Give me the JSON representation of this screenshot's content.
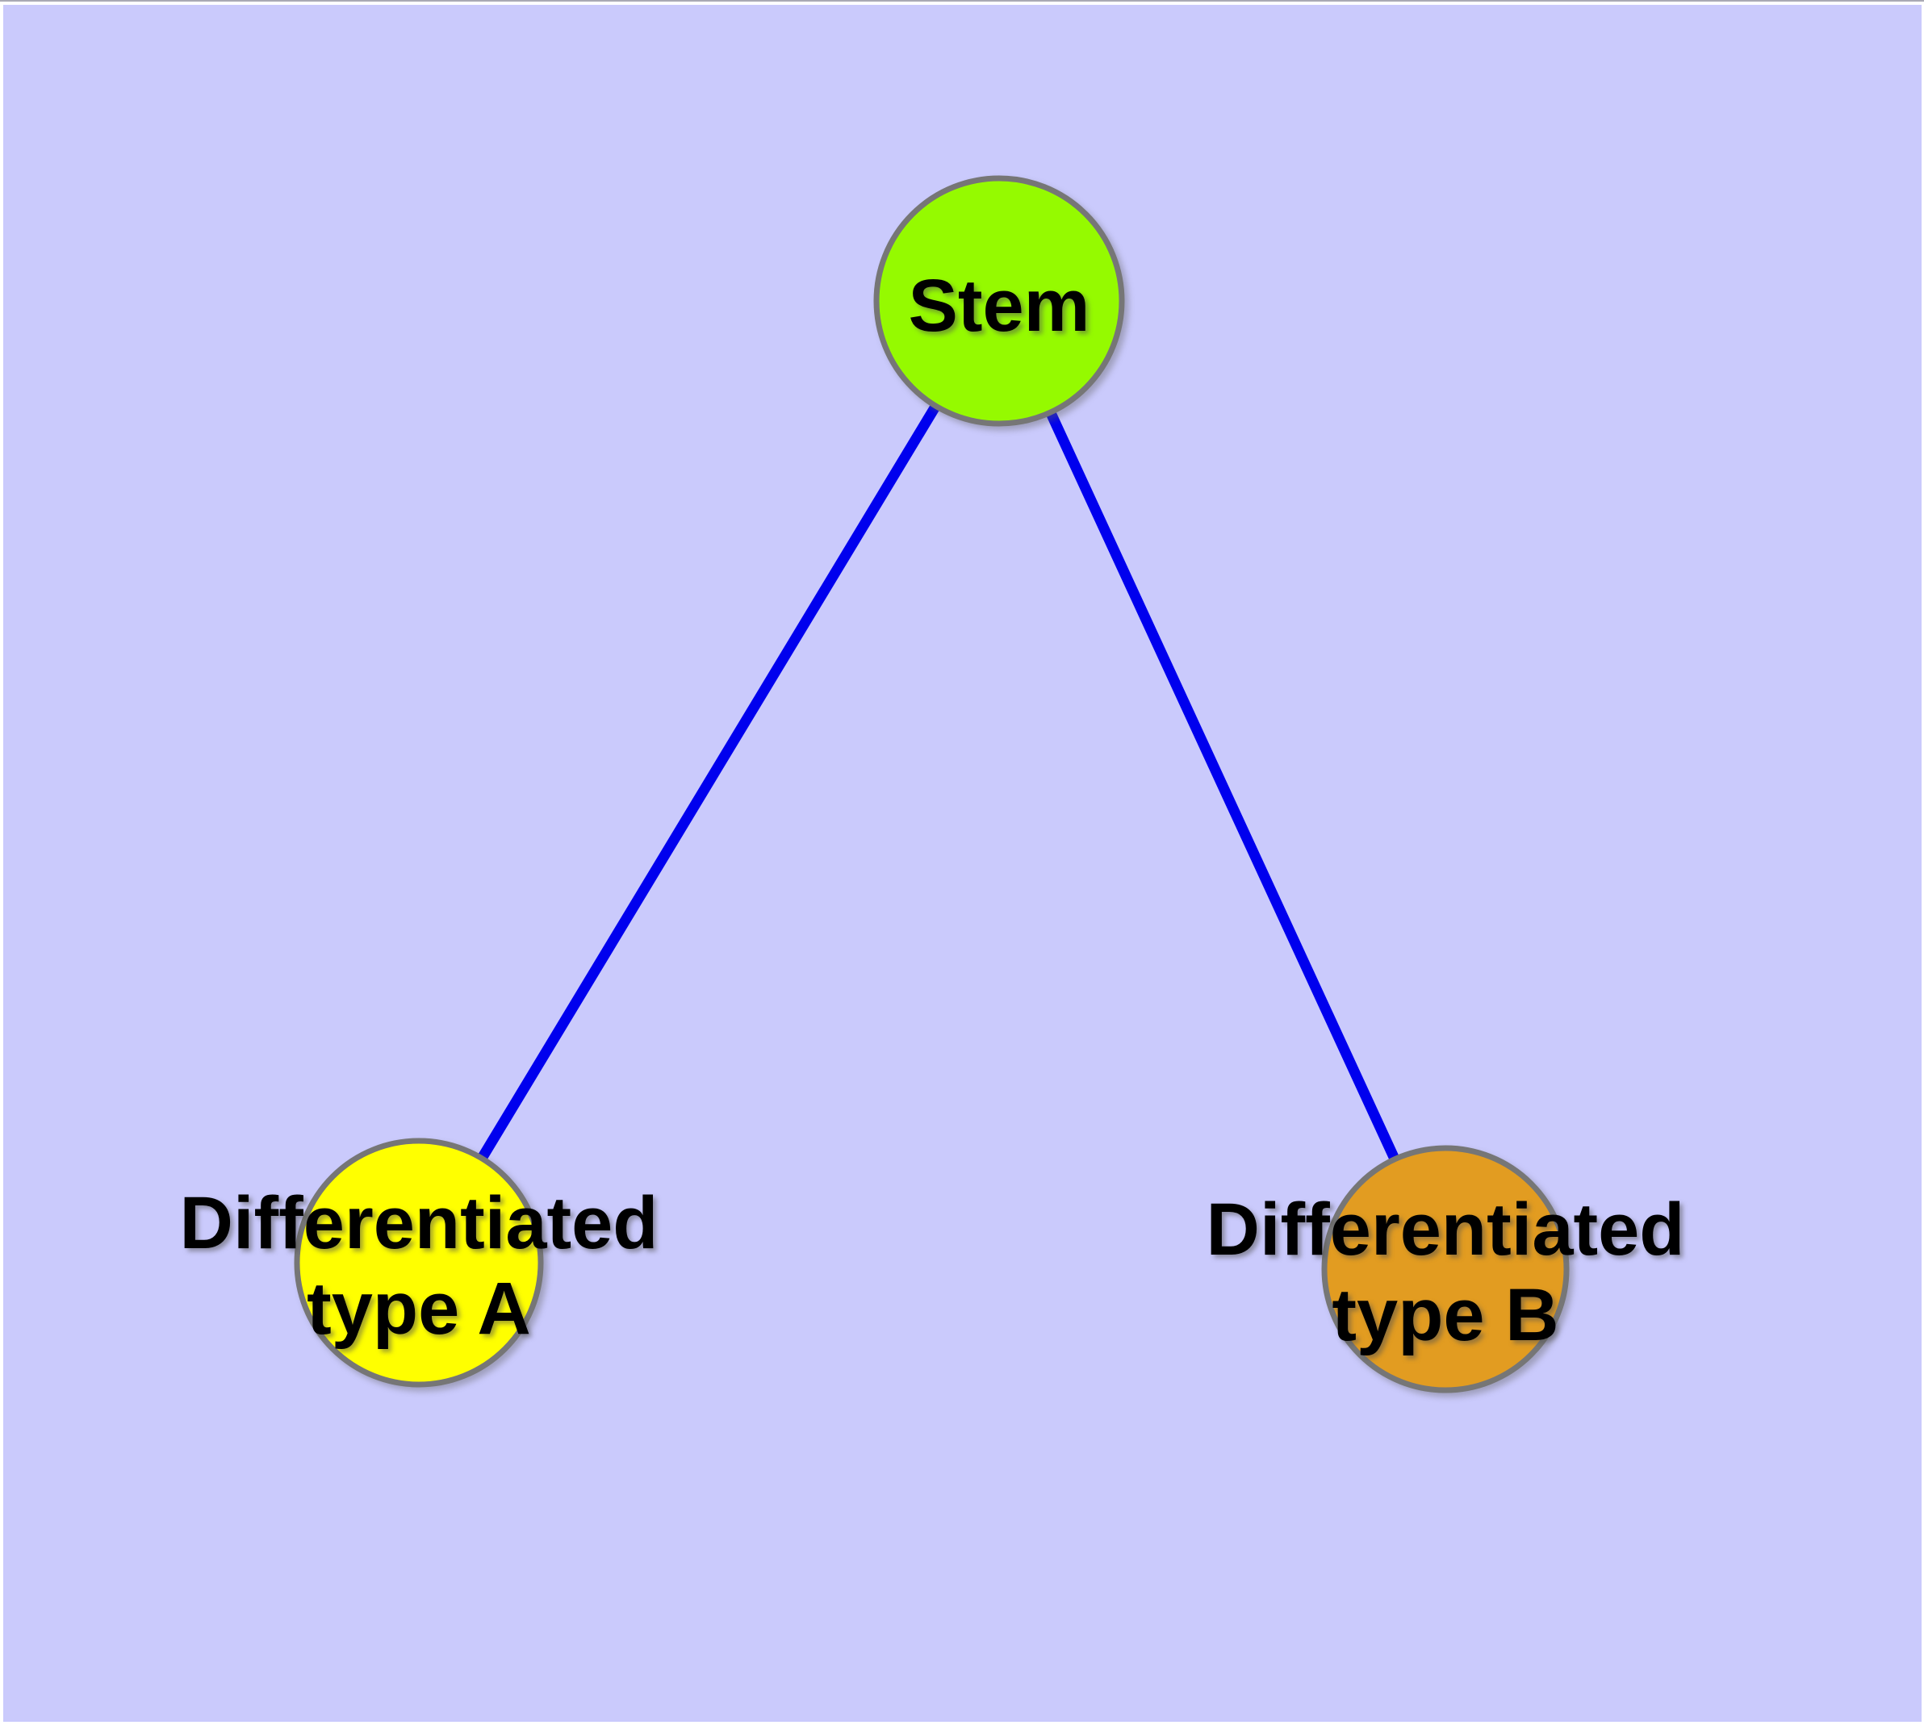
{
  "diagram": {
    "type": "graph",
    "description": "Stem cell differentiation tree: one stem node connected by two edges to two differentiated cell-type nodes",
    "colors": {
      "background": "#CACAFC",
      "frame": "#FFFFFF",
      "top-hairline": "#A9A9B4",
      "edge": "#0000EE",
      "node-border": "#767676",
      "label": "#000000"
    },
    "nodes": [
      {
        "id": "stem",
        "label": "Stem",
        "label_line1": "Stem",
        "label_line2": "",
        "fill": "#95FA00"
      },
      {
        "id": "differentiated-type-a",
        "label": "Differentiated type A",
        "label_line1": "Differentiated",
        "label_line2": "type A",
        "fill": "#FFFF00"
      },
      {
        "id": "differentiated-type-b",
        "label": "Differentiated type B",
        "label_line1": "Differentiated",
        "label_line2": "type B",
        "fill": "#E29C21"
      }
    ],
    "edges": [
      {
        "from": "stem",
        "to": "differentiated-type-a"
      },
      {
        "from": "stem",
        "to": "differentiated-type-b"
      }
    ]
  }
}
